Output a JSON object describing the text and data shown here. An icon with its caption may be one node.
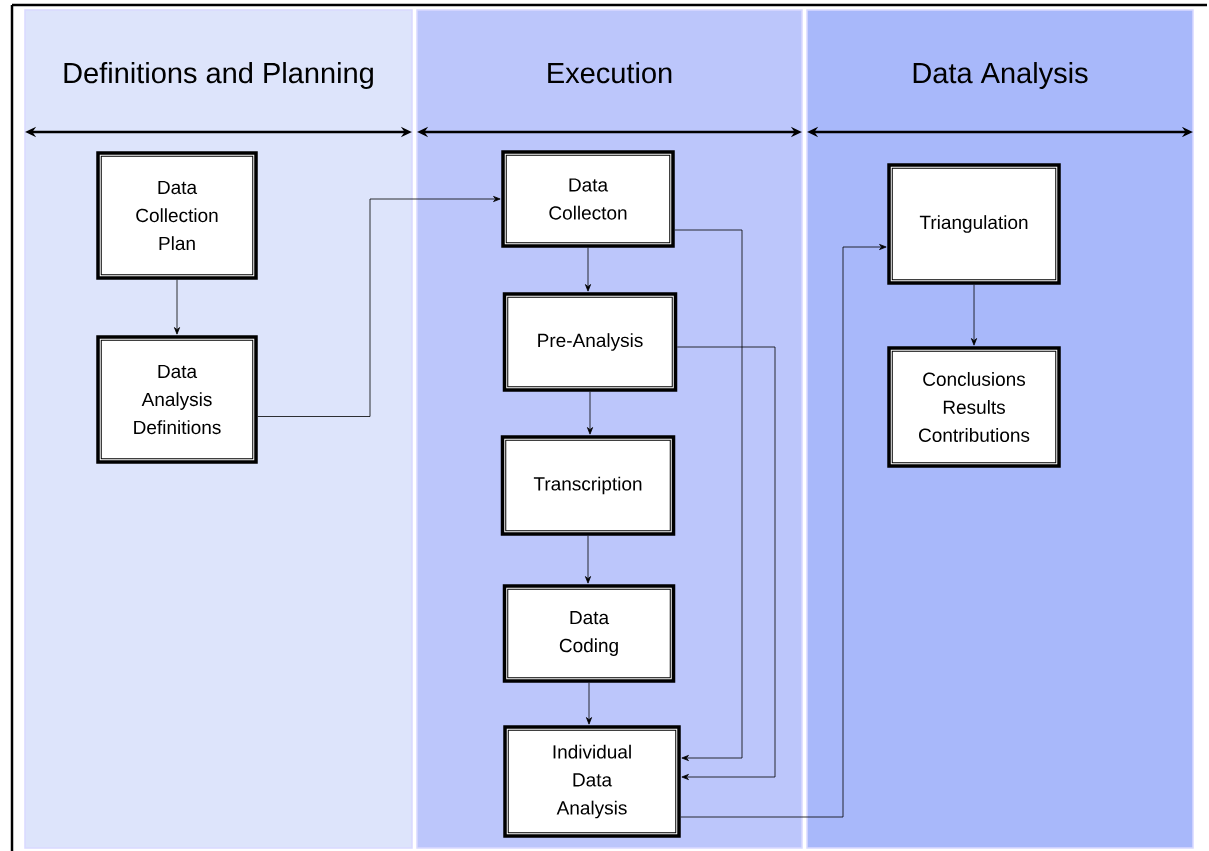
{
  "diagram": {
    "nodes": [
      {
        "text": [
          "Definitions and Planning"
        ]
      },
      {
        "text": [
          "Data Collection Plan"
        ],
        "in": 0
      },
      {
        "text": [
          "Data Analysis Definitions"
        ],
        "in": 0
      },
      {
        "text": [
          "Execution"
        ]
      },
      {
        "text": [
          "Data Collecton"
        ],
        "in": 3
      },
      {
        "text": [
          "Pre-Analysis"
        ],
        "in": 3
      },
      {
        "text": [
          "Transcription"
        ],
        "in": 3
      },
      {
        "text": [
          "Data Coding"
        ],
        "in": 3
      },
      {
        "text": [
          "Individual Data Analysis"
        ],
        "in": 3
      },
      {
        "text": [
          "Data Analysis"
        ]
      },
      {
        "text": [
          "Triangulation"
        ],
        "in": 9
      },
      {
        "text": [
          "Conclusions Results Contributions"
        ],
        "in": 9
      }
    ],
    "edges": [
      {
        "from": 1,
        "to": 2,
        "arrow": "to"
      },
      {
        "from": 2,
        "to": 4,
        "arrow": "to"
      },
      {
        "from": 4,
        "to": 5,
        "arrow": "to"
      },
      {
        "from": 5,
        "to": 6,
        "arrow": "to"
      },
      {
        "from": 6,
        "to": 7,
        "arrow": "to"
      },
      {
        "from": 7,
        "to": 8,
        "arrow": "to"
      },
      {
        "from": 4,
        "to": 8,
        "arrow": "to"
      },
      {
        "from": 5,
        "to": 8,
        "arrow": "to"
      },
      {
        "from": 8,
        "to": 10,
        "arrow": "to"
      },
      {
        "from": 10,
        "to": 11,
        "arrow": "to"
      }
    ]
  }
}
